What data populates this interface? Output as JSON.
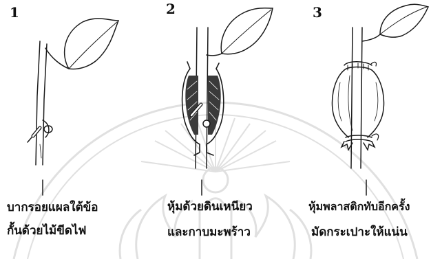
{
  "steps": [
    {
      "number": "1",
      "caption_line1": "บากรอยแผลใต้ข้อ",
      "caption_line2": "กั้นด้วยไม้ขีดไฟ"
    },
    {
      "number": "2",
      "caption_line1": "หุ้มด้วยดินเหนียว",
      "caption_line2": "และกาบมะพร้าว"
    },
    {
      "number": "3",
      "caption_line1": "หุ้มพลาสติกทับอีกครั้ง",
      "caption_line2": "มัดกระเปาะให้แน่น"
    }
  ],
  "watermark_colors": {
    "stroke": "#e0e0e0"
  }
}
